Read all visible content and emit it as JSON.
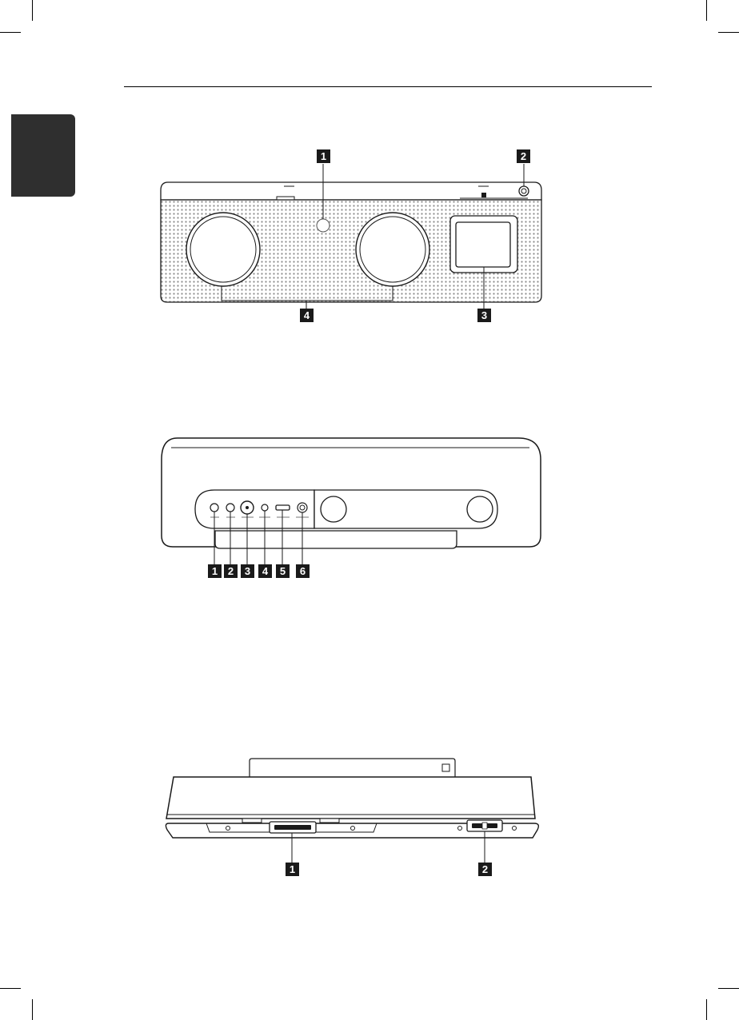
{
  "callouts": {
    "front": [
      "1",
      "2",
      "3",
      "4"
    ],
    "rear": [
      "1",
      "2",
      "3",
      "4",
      "5",
      "6"
    ],
    "bottom": [
      "1",
      "2"
    ]
  },
  "colors": {
    "ink": "#1a1a1a",
    "tab": "#2f2f2f",
    "grille": "#e9e9e9"
  }
}
